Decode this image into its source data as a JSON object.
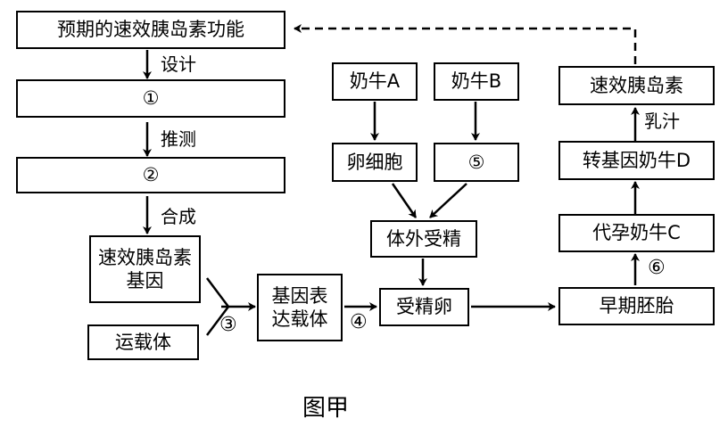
{
  "boxes": {
    "expected_function": "预期的速效胰岛素功能",
    "step1": "①",
    "step2": "②",
    "gene": "速效胰岛素基因",
    "vector": "运载体",
    "expression_vector": "基因表达载体",
    "cow_a": "奶牛A",
    "cow_b": "奶牛B",
    "egg_cell": "卵细胞",
    "step5": "⑤",
    "ivf": "体外受精",
    "zygote": "受精卵",
    "early_embryo": "早期胚胎",
    "surrogate_c": "代孕奶牛C",
    "transgenic_d": "转基因奶牛D",
    "fast_insulin": "速效胰岛素"
  },
  "edge_labels": {
    "design": "设计",
    "infer": "推测",
    "synthesize": "合成",
    "milk": "乳汁"
  },
  "step_numbers": {
    "s3": "③",
    "s4": "④",
    "s6": "⑥"
  },
  "caption": "图甲"
}
